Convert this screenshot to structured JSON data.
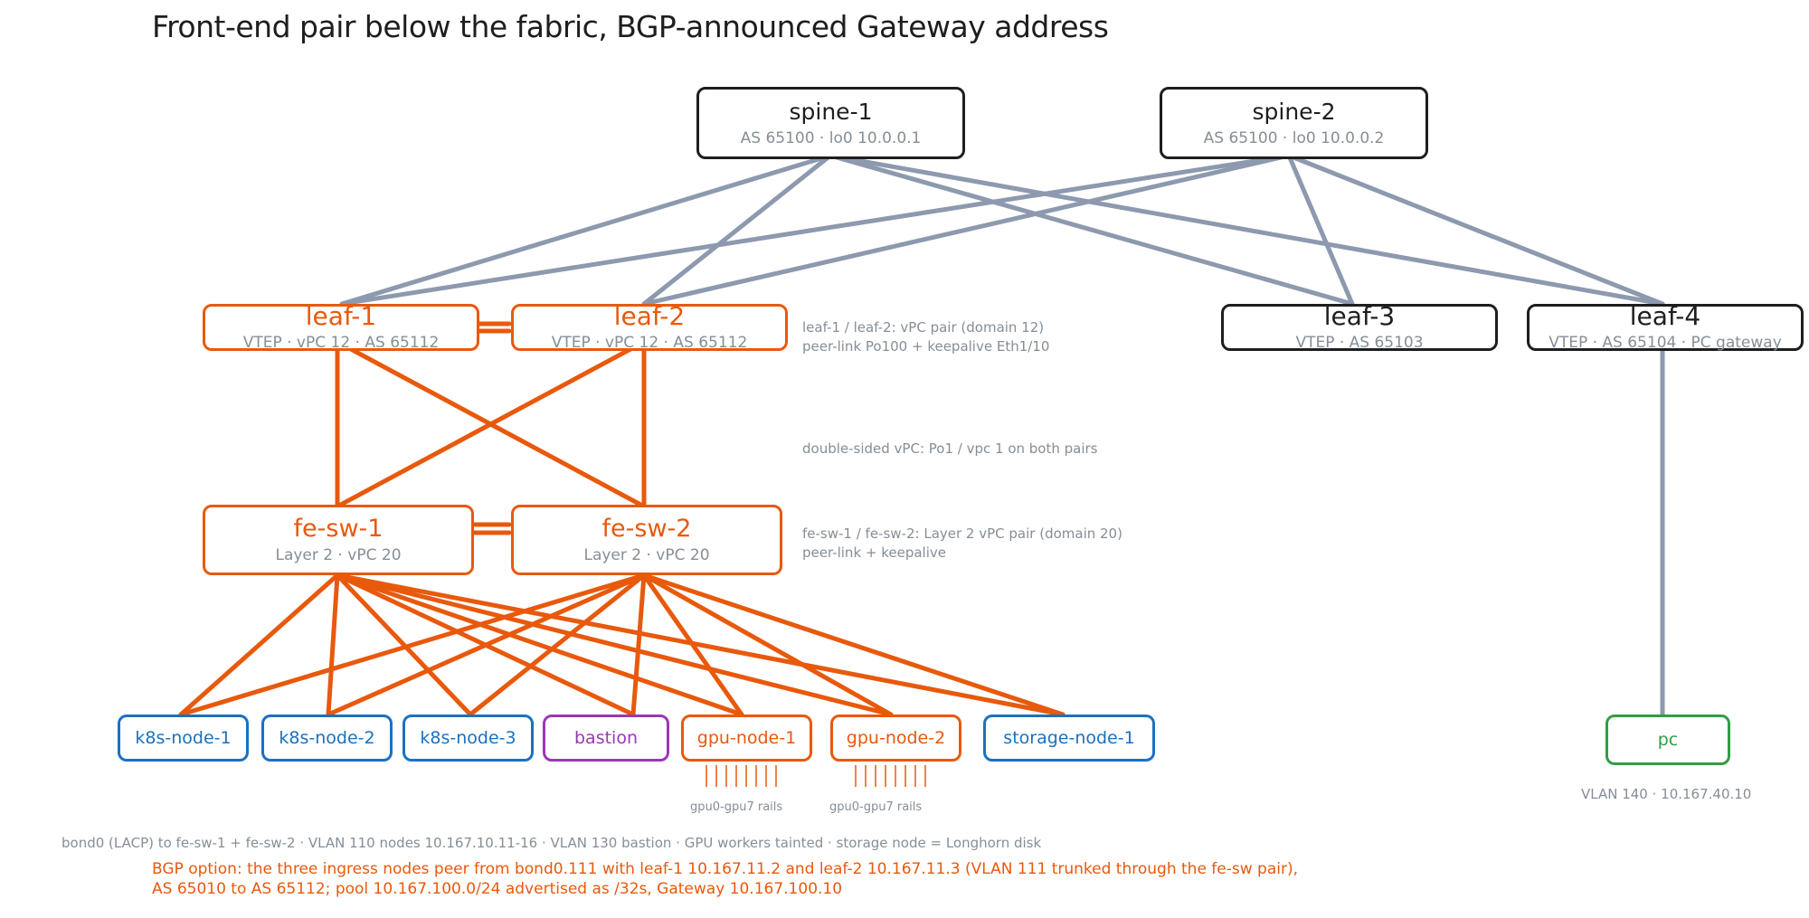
{
  "title": "Front-end pair below the fabric, BGP-announced Gateway address",
  "nodes": {
    "spine1": {
      "name": "spine-1",
      "sub": "AS 65100 · lo0 10.0.0.1"
    },
    "spine2": {
      "name": "spine-2",
      "sub": "AS 65100 · lo0 10.0.0.2"
    },
    "leaf1": {
      "name": "leaf-1",
      "sub": "VTEP · vPC 12 · AS 65112"
    },
    "leaf2": {
      "name": "leaf-2",
      "sub": "VTEP · vPC 12 · AS 65112"
    },
    "leaf3": {
      "name": "leaf-3",
      "sub": "VTEP · AS 65103"
    },
    "leaf4": {
      "name": "leaf-4",
      "sub": "VTEP · AS 65104 · PC gateway"
    },
    "fesw1": {
      "name": "fe-sw-1",
      "sub": "Layer 2 · vPC 20"
    },
    "fesw2": {
      "name": "fe-sw-2",
      "sub": "Layer 2 · vPC 20"
    },
    "k8s1": {
      "name": "k8s-node-1"
    },
    "k8s2": {
      "name": "k8s-node-2"
    },
    "k8s3": {
      "name": "k8s-node-3"
    },
    "bastion": {
      "name": "bastion"
    },
    "gpu1": {
      "name": "gpu-node-1"
    },
    "gpu2": {
      "name": "gpu-node-2"
    },
    "storage1": {
      "name": "storage-node-1"
    },
    "pc": {
      "name": "pc"
    }
  },
  "notes": {
    "leaf_pair_line1": "leaf-1 / leaf-2: vPC pair (domain 12)",
    "leaf_pair_line2": "peer-link Po100 + keepalive Eth1/10",
    "double_sided": "double-sided vPC: Po1 / vpc 1 on both pairs",
    "fe_pair_line1": "fe-sw-1 / fe-sw-2: Layer 2 vPC pair (domain 20)",
    "fe_pair_line2": "peer-link + keepalive",
    "gpu1_rails": "gpu0-gpu7 rails",
    "gpu2_rails": "gpu0-gpu7 rails",
    "pc_vlan": "VLAN 140 · 10.167.40.10",
    "bond": "bond0 (LACP) to fe-sw-1 + fe-sw-2 · VLAN 110 nodes 10.167.10.11-16 · VLAN 130 bastion · GPU workers tainted · storage node = Longhorn disk",
    "bgp_line1": "BGP option: the three ingress nodes peer from bond0.111 with leaf-1 10.167.11.2 and leaf-2 10.167.11.3 (VLAN 111 trunked through the fe-sw pair),",
    "bgp_line2": "AS 65010 to AS 65112; pool 10.167.100.0/24 advertised as /32s, Gateway 10.167.100.10"
  },
  "colors": {
    "fabric_link": "#8d99ae",
    "frontend_link": "#e8590c",
    "leaf_vpc": "#e8590c",
    "k8s": "#1971c2",
    "bastion": "#9c36b5",
    "pc": "#2f9e44",
    "text_muted": "#868e96"
  }
}
